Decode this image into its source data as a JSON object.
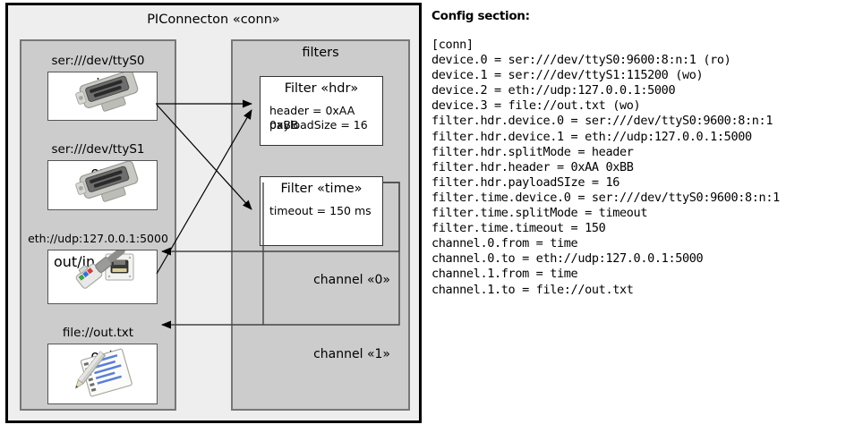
{
  "diagram": {
    "title": "PIConnecton «conn»",
    "devices_panel": {
      "title": "",
      "items": [
        {
          "label": "ser:///dev/ttyS0",
          "io": "in",
          "icon": "serial-db9-icon"
        },
        {
          "label": "ser:///dev/ttyS1",
          "io": "out",
          "icon": "serial-db9-icon"
        },
        {
          "label": "eth://udp:127.0.0.1:5000",
          "io": "out/in",
          "icon": "ethernet-rj45-icon"
        },
        {
          "label": "file://out.txt",
          "io": "out",
          "icon": "text-file-pencil-icon"
        }
      ]
    },
    "filters_panel": {
      "title": "filters",
      "filters": [
        {
          "title": "Filter «hdr»",
          "props": [
            "header = 0xAA 0xBB",
            "payloadSize = 16"
          ]
        },
        {
          "title": "Filter «time»",
          "props": [
            "timeout = 150 ms"
          ]
        }
      ],
      "channels": [
        {
          "label": "channel «0»"
        },
        {
          "label": "channel «1»"
        }
      ]
    }
  },
  "config": {
    "heading": "Config section:",
    "lines": [
      "[conn]",
      "device.0 = ser:///dev/ttyS0:9600:8:n:1 (ro)",
      "device.1 = ser:///dev/ttyS1:115200 (wo)",
      "device.2 = eth://udp:127.0.0.1:5000",
      "device.3 = file://out.txt (wo)",
      "filter.hdr.device.0 = ser:///dev/ttyS0:9600:8:n:1",
      "filter.hdr.device.1 = eth://udp:127.0.0.1:5000",
      "filter.hdr.splitMode = header",
      "filter.hdr.header = 0xAA 0xBB",
      "filter.hdr.payloadSIze = 16",
      "filter.time.device.0 = ser:///dev/ttyS0:9600:8:n:1",
      "filter.time.splitMode = timeout",
      "filter.time.timeout = 150",
      "channel.0.from = time",
      "channel.0.to = eth://udp:127.0.0.1:5000",
      "channel.1.from = time",
      "channel.1.to = file://out.txt"
    ]
  },
  "colors": {
    "frame": "#000000",
    "canvas": "#eeeeee",
    "panel": "#cccccc",
    "panel_border": "#777777",
    "box": "#ffffff",
    "box_border": "#333333",
    "arrow": "#000000"
  }
}
